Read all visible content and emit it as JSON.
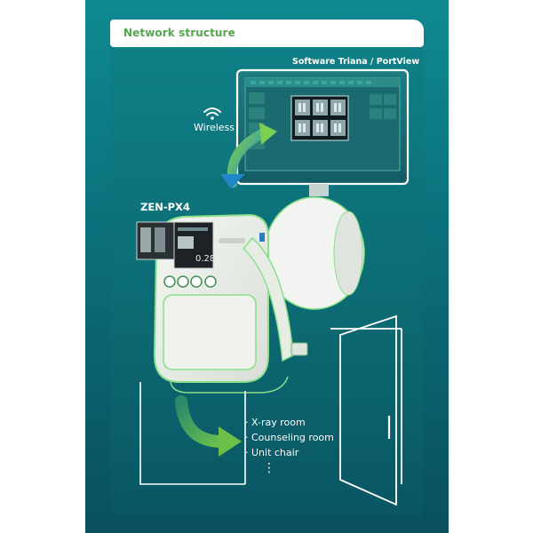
{
  "header": {
    "title": "Network structure"
  },
  "software": {
    "label": "Software Triana / PortView"
  },
  "connection": {
    "label": "Wireless",
    "icon": "wifi-icon"
  },
  "device": {
    "label": "ZEN-PX4",
    "screen_value": "0.28"
  },
  "locations": {
    "items": [
      "· X-ray room",
      "· Counseling room",
      "· Unit chair"
    ],
    "more": "⋮"
  },
  "colors": {
    "header_text": "#52a84a",
    "panel_top": "#0e8a8f",
    "panel_bottom": "#0a4f5d",
    "arrow_green": "#6cc04a",
    "arrow_blue": "#1e88c8",
    "outline": "#8be08a"
  }
}
